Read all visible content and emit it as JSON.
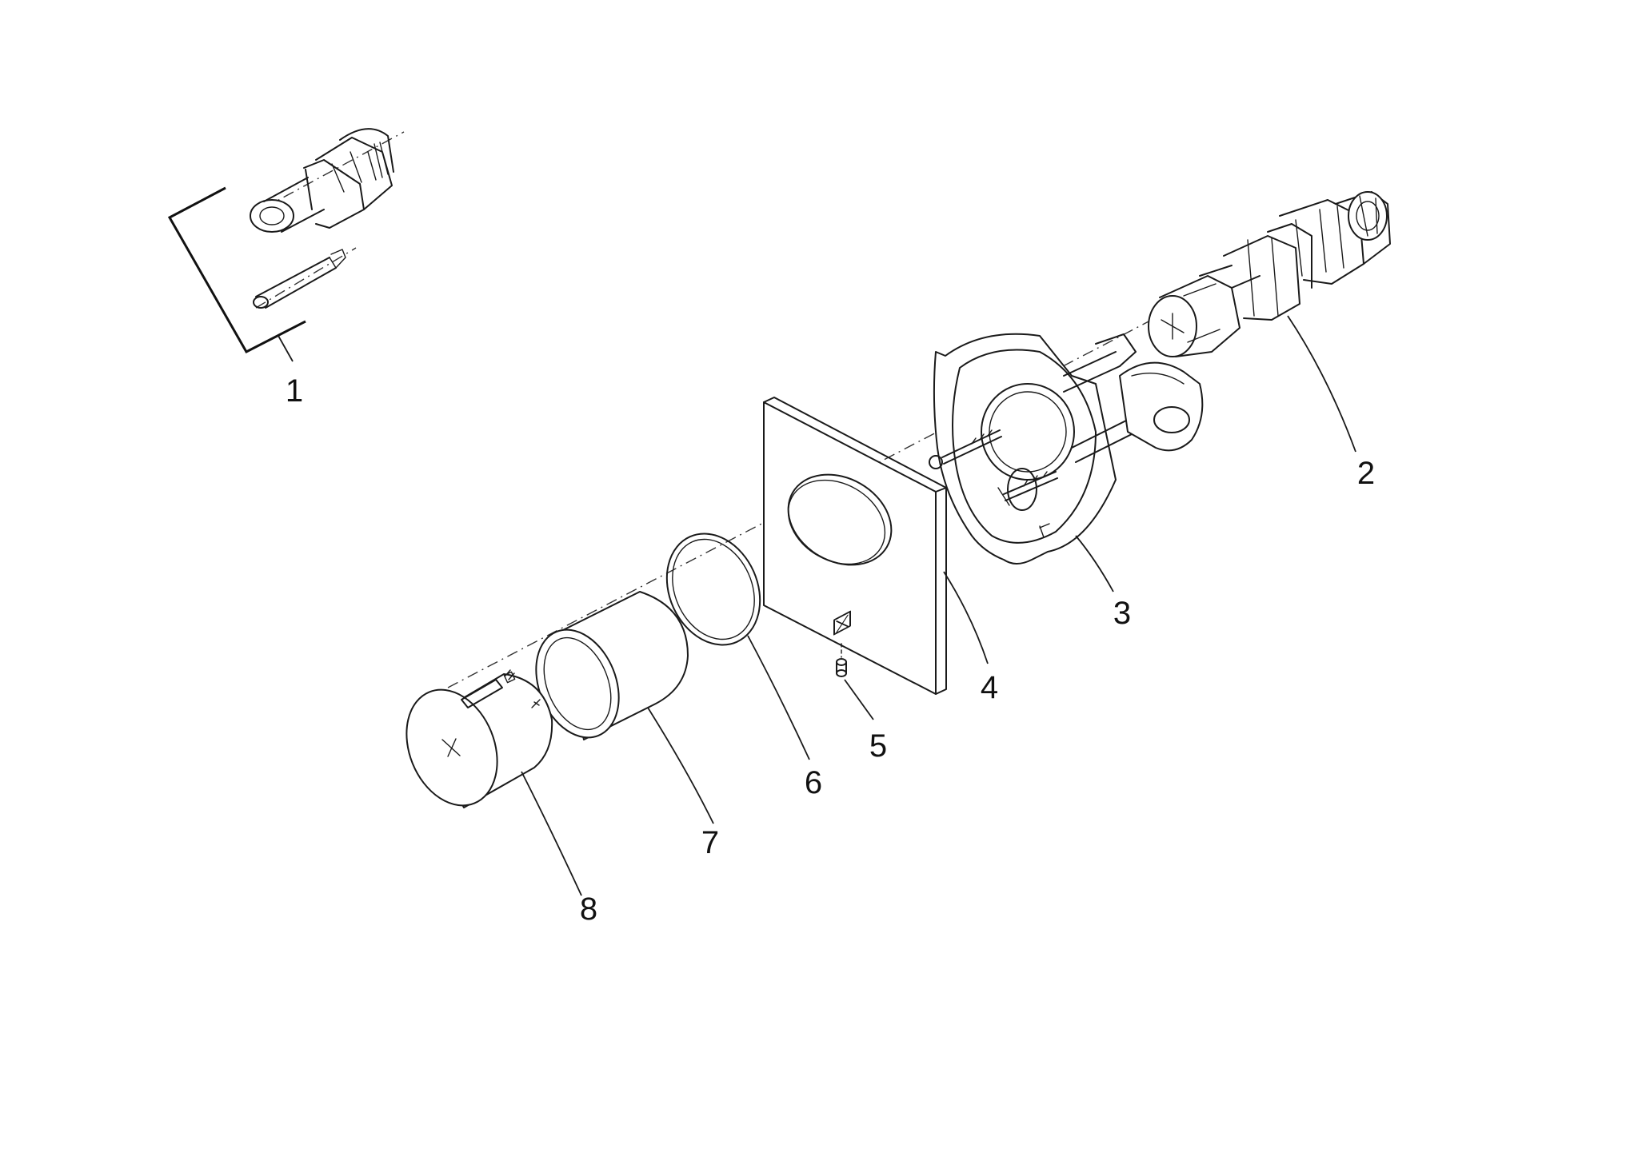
{
  "callouts": [
    {
      "id": "1",
      "label": "1"
    },
    {
      "id": "2",
      "label": "2"
    },
    {
      "id": "3",
      "label": "3"
    },
    {
      "id": "4",
      "label": "4"
    },
    {
      "id": "5",
      "label": "5"
    },
    {
      "id": "6",
      "label": "6"
    },
    {
      "id": "7",
      "label": "7"
    },
    {
      "id": "8",
      "label": "8"
    }
  ]
}
